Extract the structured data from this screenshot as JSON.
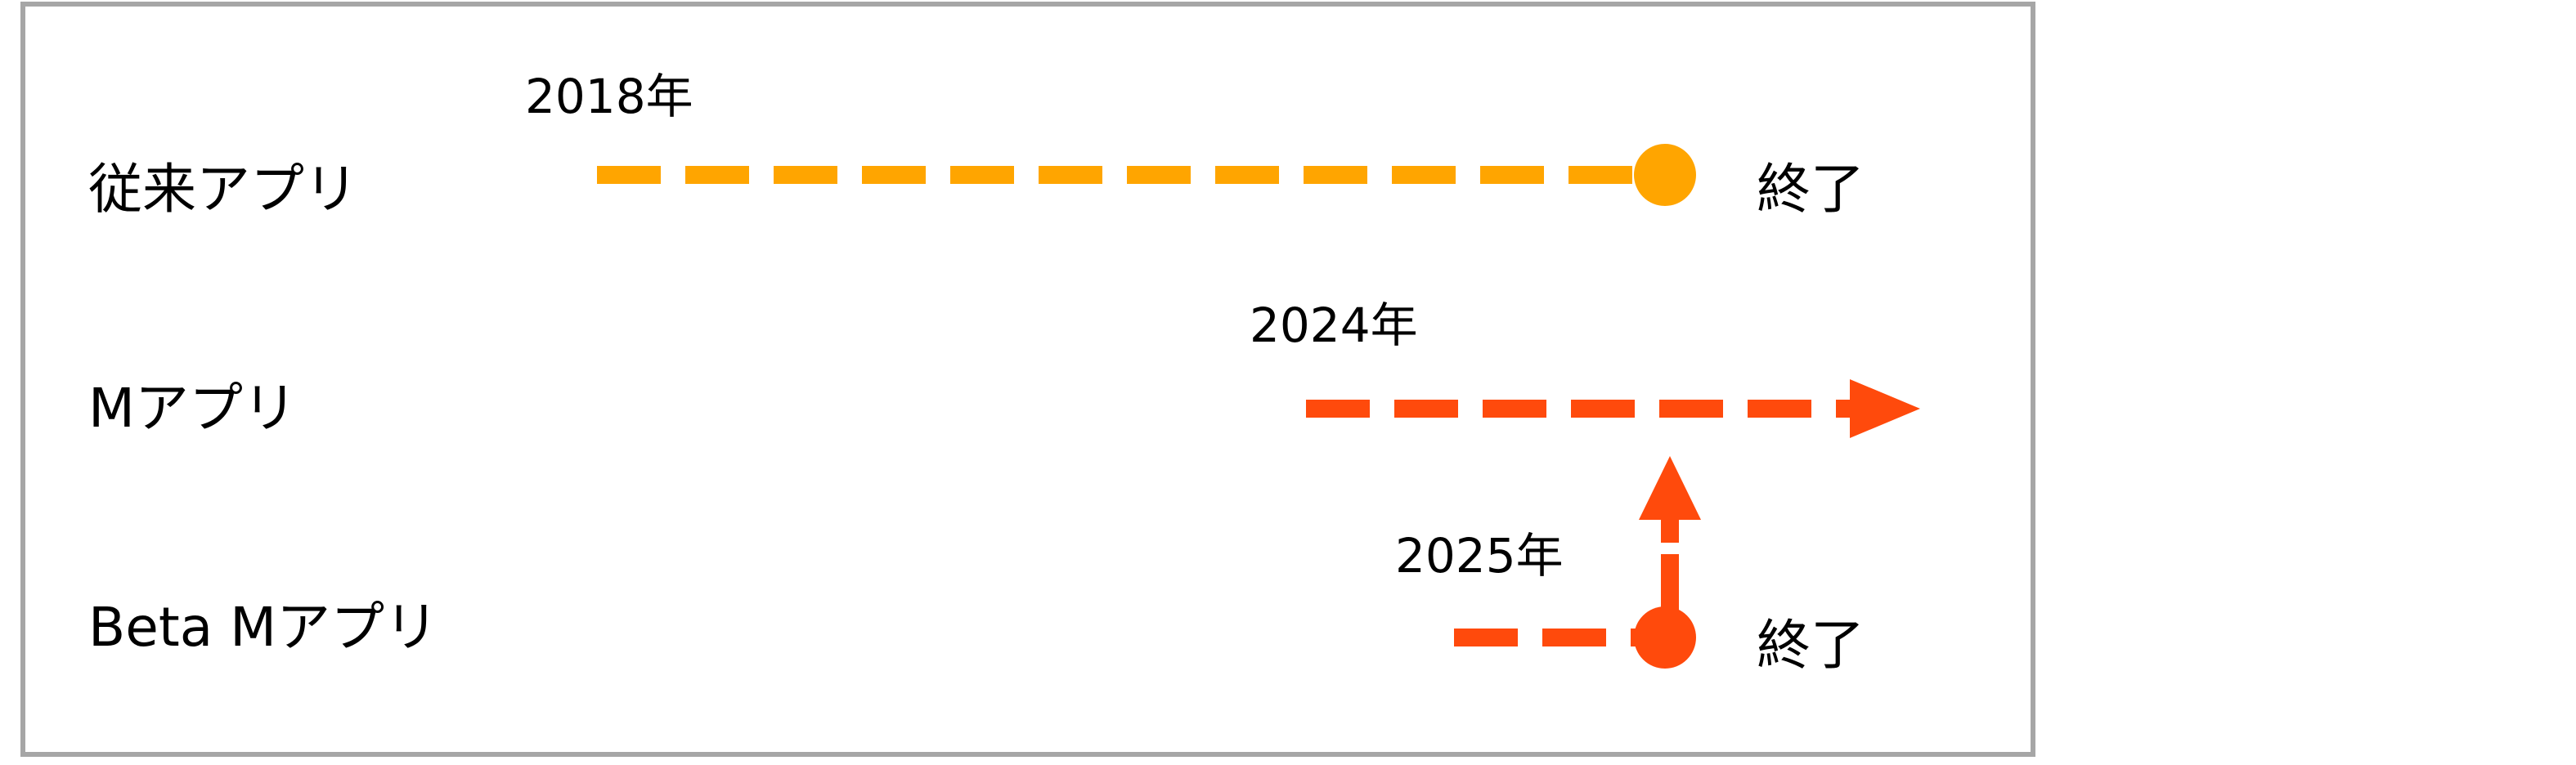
{
  "colors": {
    "legacy": "#FFA500",
    "m_app": "#FF4A0C",
    "beta": "#FF4A0C",
    "frame": "#A6A6A6"
  },
  "rows": {
    "legacy": {
      "label": "従来アプリ",
      "year": "2018年",
      "end": "終了"
    },
    "m_app": {
      "label": "Mアプリ",
      "year": "2024年"
    },
    "beta": {
      "label": "Beta Mアプリ",
      "year": "2025年",
      "end": "終了"
    }
  }
}
